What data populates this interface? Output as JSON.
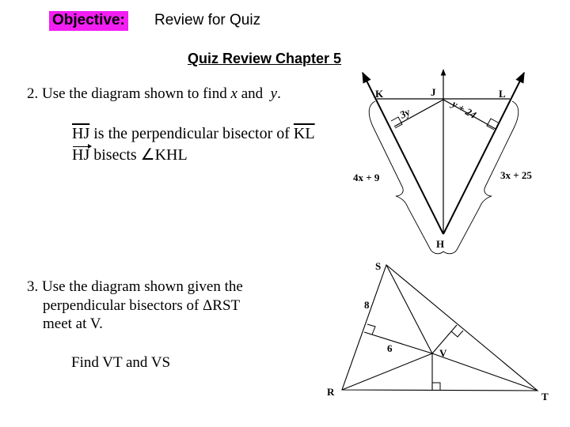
{
  "header": {
    "objective_label": "Objective:",
    "objective_text": "Review for Quiz",
    "objective_highlight_color": "#f21ef2"
  },
  "title": "Quiz Review Chapter 5",
  "problem2": {
    "prompt_prefix": "2. Use the diagram shown to find ",
    "var_x": "x",
    "prompt_and": " and  ",
    "var_y": "y",
    "prompt_end": ".",
    "statement1": {
      "segment": "HJ",
      "text": " is the perpendicular bisector of ",
      "segment2": "KL"
    },
    "statement2": {
      "ray": "HJ",
      "text": " bisects ∠KHL"
    },
    "diagram": {
      "points": {
        "K": "K",
        "J": "J",
        "L": "L",
        "H": "H"
      },
      "labels": {
        "left_perp": "3y",
        "right_perp": "y + 24",
        "left_side": "4x + 9",
        "right_side": "3x + 25"
      }
    }
  },
  "problem3": {
    "line1": "3. Use the diagram shown given the",
    "line2": "perpendicular bisectors of ΔRST",
    "line3": "meet at V.",
    "find": "Find VT and VS",
    "diagram": {
      "points": {
        "S": "S",
        "R": "R",
        "T": "T",
        "V": "V"
      },
      "labels": {
        "rs_half": "8",
        "v_to_rs": "6"
      }
    }
  }
}
